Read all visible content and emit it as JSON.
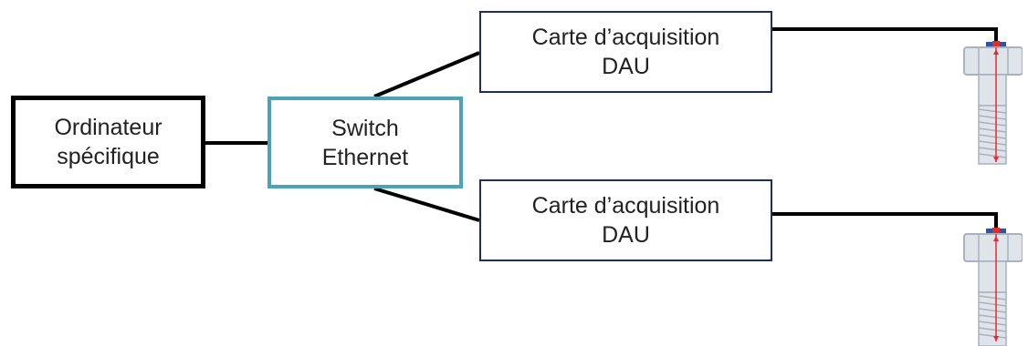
{
  "nodes": {
    "computer": {
      "line1": "Ordinateur",
      "line2": "spécifique"
    },
    "switch": {
      "line1": "Switch",
      "line2": "Ethernet"
    },
    "dau1": {
      "line1": "Carte d’acquisition",
      "line2": "DAU"
    },
    "dau2": {
      "line1": "Carte d’acquisition",
      "line2": "DAU"
    }
  },
  "icons": [
    "bolt-sensor-icon",
    "bolt-sensor-icon"
  ],
  "colors": {
    "computer_border": "#000000",
    "switch_border": "#4aa3b8",
    "dau_border": "#1f2f5c",
    "wire": "#000000",
    "bolt_fill": "#dfe3ea",
    "bolt_outline": "#a9b1bf",
    "bolt_head_cap": "#2b55a8",
    "sensor_red": "#e32d2d"
  }
}
